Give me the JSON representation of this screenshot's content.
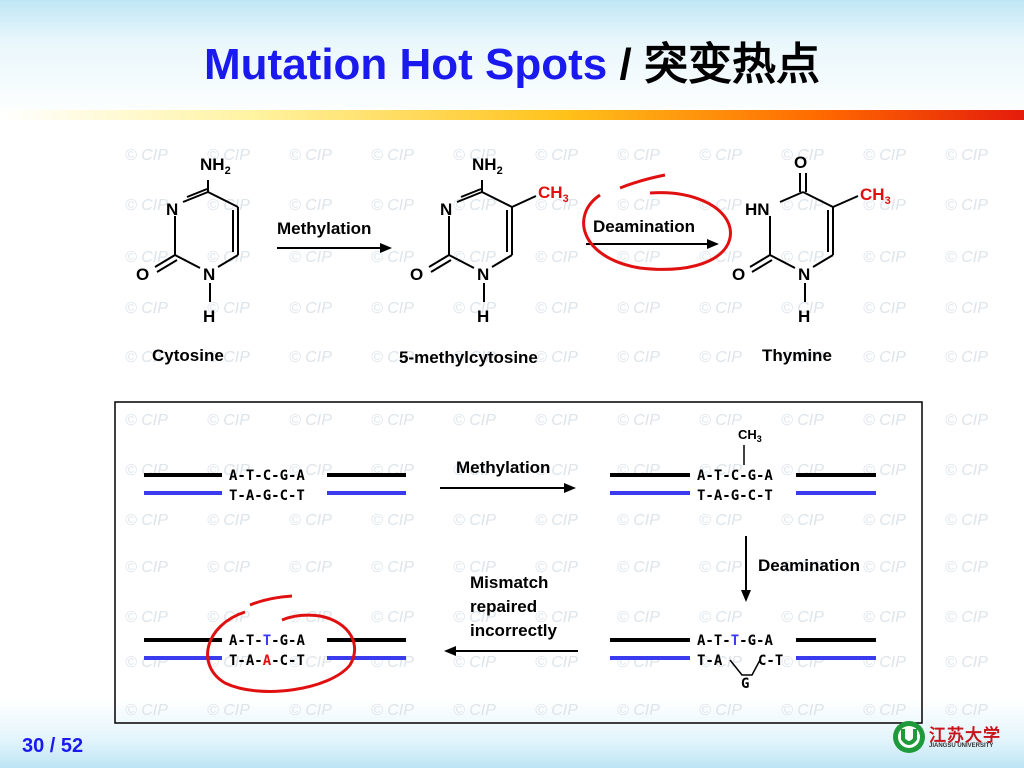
{
  "slide": {
    "title_en": "Mutation Hot Spots",
    "title_sep": "/",
    "title_cn": "突变热点",
    "page_number": "30 / 52",
    "watermark": "© CIP"
  },
  "top_diagram": {
    "cytosine": {
      "name": "Cytosine",
      "nh2": "NH",
      "n1": "N",
      "o": "O",
      "n2": "N",
      "h": "H"
    },
    "methylcytosine": {
      "name": "5-methylcytosine",
      "nh2": "NH",
      "ch3": "CH",
      "n1": "N",
      "o": "O",
      "n2": "N",
      "h": "H"
    },
    "thymine": {
      "name": "Thymine",
      "o_top": "O",
      "ch3": "CH",
      "hn": "HN",
      "o": "O",
      "n": "N",
      "h": "H"
    },
    "subscript2": "2",
    "subscript3": "3",
    "step1_label": "Methylation",
    "step2_label": "Deamination"
  },
  "bottom_diagram": {
    "seq1": {
      "top": "A-T-C-G-A",
      "bottom": "T-A-G-C-T"
    },
    "seq2": {
      "top": "A-T-C-G-A",
      "bottom": "T-A-G-C-T"
    },
    "seq2_ch3": "CH",
    "seq3_top": [
      "A-",
      "T-",
      "T",
      "-G-A"
    ],
    "seq3_bottom_left": "T-A",
    "seq3_bottom_right": "C-T",
    "seq3_bulge": "G",
    "seq4_top": [
      "A-T-",
      "T",
      "-G-A"
    ],
    "seq4_bottom": [
      "T-A-",
      "A",
      "-C-T"
    ],
    "methylation_label": "Methylation",
    "deamination_label": "Deamination",
    "mismatch_label": [
      "Mismatch",
      "repaired",
      "incorrectly"
    ]
  },
  "logo": {
    "text": "江苏大学",
    "subtitle": "JIANGSU UNIVERSITY"
  },
  "colors": {
    "title_blue": "#1a1aee",
    "methyl_red": "#e01010",
    "strand_blue": "#3a3aee",
    "circle_red": "#e01010"
  }
}
